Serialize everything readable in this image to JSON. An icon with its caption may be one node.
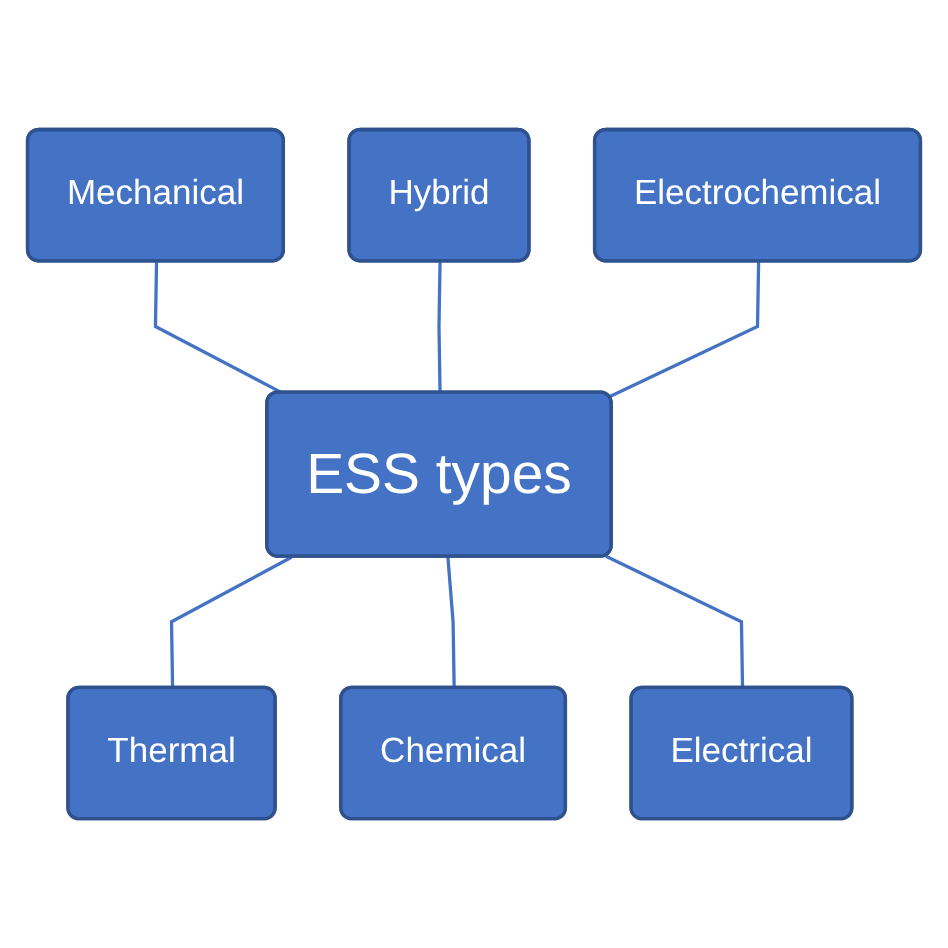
{
  "diagram": {
    "nodes": [
      {
        "text": [
          "Mechanical"
        ]
      },
      {
        "text": [
          "Hybrid"
        ]
      },
      {
        "text": [
          "Electrochemical"
        ]
      },
      {
        "text": [
          "ESS types"
        ]
      },
      {
        "text": [
          "Thermal"
        ]
      },
      {
        "text": [
          "Chemical"
        ]
      },
      {
        "text": [
          "Electrical"
        ]
      }
    ],
    "edges": [
      {
        "from": 0,
        "to": 3,
        "arrow": "none"
      },
      {
        "from": 1,
        "to": 3,
        "arrow": "none"
      },
      {
        "from": 2,
        "to": 3,
        "arrow": "none"
      },
      {
        "from": 3,
        "to": 4,
        "arrow": "none"
      },
      {
        "from": 3,
        "to": 5,
        "arrow": "none"
      },
      {
        "from": 3,
        "to": 6,
        "arrow": "none"
      }
    ]
  }
}
